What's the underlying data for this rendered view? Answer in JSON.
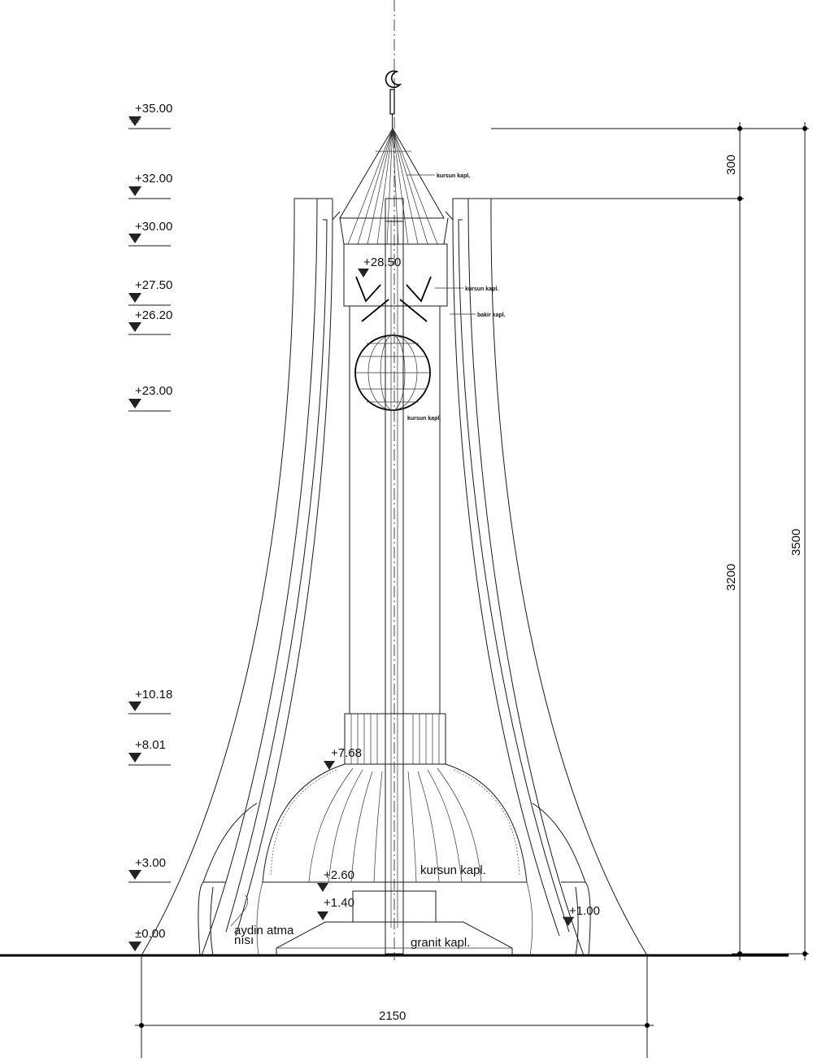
{
  "levels": [
    {
      "label": "+35.00"
    },
    {
      "label": "+32.00"
    },
    {
      "label": "+30.00"
    },
    {
      "label": "+27.50"
    },
    {
      "label": "+26.20"
    },
    {
      "label": "+23.00"
    },
    {
      "label": "+10.18"
    },
    {
      "label": "+8.01"
    },
    {
      "label": "+3.00"
    },
    {
      "label": "±0.00"
    }
  ],
  "inner_levels": [
    {
      "label": "+28.50"
    },
    {
      "label": "+7.68"
    },
    {
      "label": "+2.60"
    },
    {
      "label": "+1.40"
    },
    {
      "label": "+1.00"
    }
  ],
  "dimensions": {
    "top_cap": "300",
    "shaft": "3200",
    "total": "3500",
    "base_width": "2150"
  },
  "annotations": {
    "kursun_kapl_cone": "kursun kapl.",
    "kursun_kapl_drum": "kursun kapl.",
    "bakir_kapl": "bakir kapl.",
    "kursun_kapl_globe": "kursun kapl.",
    "kursun_kapl_dome": "kursun kapl.",
    "granit_kapl": "granit kapl.",
    "aydin_atma_line1": "aydin atma",
    "aydin_atma_line2": "nısı"
  }
}
